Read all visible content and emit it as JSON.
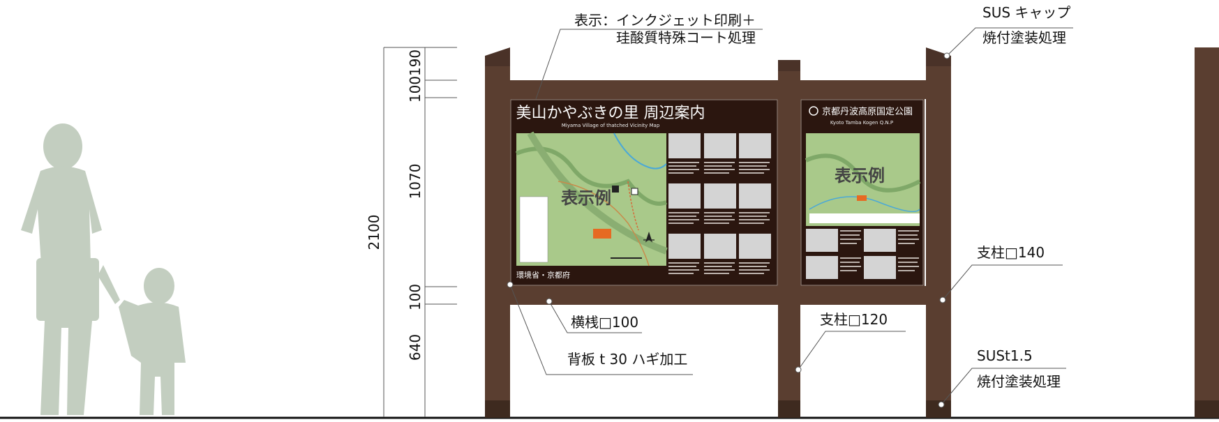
{
  "dimensions": {
    "total": "2100",
    "top_cap": "190",
    "top_rail": "100",
    "panel": "1070",
    "bottom_rail": "100",
    "clearance": "640"
  },
  "main_sign": {
    "title": "美山かやぶきの里 周辺案内",
    "subtitle": "Miyama Village of thatched Vicinity Map",
    "example_mark": "表示例",
    "footer": "環境省・京都府"
  },
  "side_sign": {
    "title": "京都丹波高原国定公園",
    "subtitle": "Kyoto Tamba Kogen Q.N.P",
    "example_mark": "表示例"
  },
  "annotations": {
    "print_line1": "表示：インクジェット印刷＋",
    "print_line2": "珪酸質特殊コート処理",
    "cap_line1": "SUS キャップ",
    "cap_line2": "焼付塗装処理",
    "post_140": "支柱□140",
    "crossbar": "横桟□100",
    "post_120": "支柱□120",
    "backboard": "背板 t 30 ハギ加工",
    "base_line1": "SUSt1.5",
    "base_line2": "焼付塗装処理"
  },
  "colors": {
    "wood": "#5a3e30",
    "wood_dark": "#3e2a1f",
    "panel_bg": "#2b160f",
    "map_green": "#a9c98a",
    "silhouette": "#c3cec0",
    "placeholder": "#d4d4d4"
  }
}
